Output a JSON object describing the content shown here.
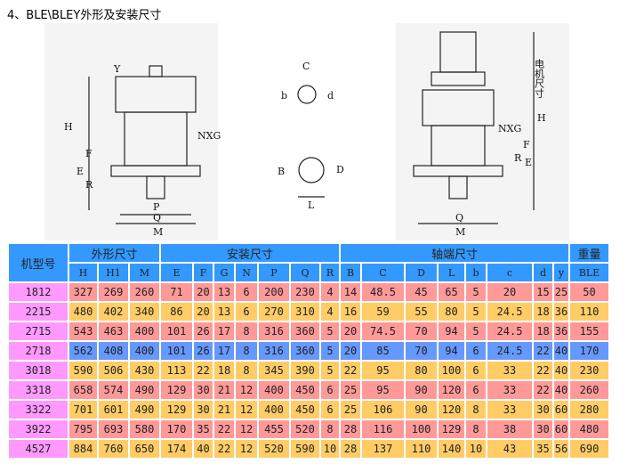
{
  "title": "4、BLE\\BLEY外形及安装尺寸",
  "drawing_labels": {
    "left": [
      "H",
      "Y",
      "F",
      "E",
      "R",
      "P",
      "Q",
      "M",
      "NXG"
    ],
    "middle": [
      "C",
      "b",
      "d",
      "B",
      "D",
      "L"
    ],
    "right": [
      "H",
      "F",
      "E",
      "R",
      "NXG",
      "Q",
      "M",
      "电机尺寸"
    ]
  },
  "table": {
    "groups": [
      {
        "label": "机型号"
      },
      {
        "label": "外形尺寸"
      },
      {
        "label": "安装尺寸"
      },
      {
        "label": "轴端尺寸"
      },
      {
        "label": "重量"
      }
    ],
    "columns": [
      "H",
      "H1",
      "M",
      "E",
      "F",
      "G",
      "N",
      "P",
      "Q",
      "R",
      "B",
      "C",
      "D",
      "L",
      "b",
      "c",
      "d",
      "y",
      "BLE"
    ],
    "rows": [
      {
        "model": "1812",
        "style": "r0",
        "values": [
          "327",
          "269",
          "260",
          "71",
          "20",
          "13",
          "6",
          "200",
          "230",
          "4",
          "14",
          "48.5",
          "45",
          "65",
          "5",
          "20",
          "15",
          "25",
          "50"
        ]
      },
      {
        "model": "2215",
        "style": "r1",
        "values": [
          "480",
          "402",
          "340",
          "86",
          "20",
          "13",
          "6",
          "270",
          "310",
          "4",
          "16",
          "59",
          "55",
          "80",
          "5",
          "24.5",
          "18",
          "36",
          "110"
        ]
      },
      {
        "model": "2715",
        "style": "r0",
        "values": [
          "543",
          "463",
          "400",
          "101",
          "26",
          "17",
          "8",
          "316",
          "360",
          "5",
          "20",
          "74.5",
          "70",
          "94",
          "5",
          "24.5",
          "18",
          "36",
          "155"
        ]
      },
      {
        "model": "2718",
        "style": "r2",
        "values": [
          "562",
          "408",
          "400",
          "101",
          "26",
          "17",
          "8",
          "316",
          "360",
          "5",
          "20",
          "85",
          "70",
          "94",
          "6",
          "24.5",
          "22",
          "40",
          "170"
        ]
      },
      {
        "model": "3018",
        "style": "r1",
        "values": [
          "590",
          "506",
          "430",
          "113",
          "22",
          "18",
          "8",
          "345",
          "390",
          "5",
          "22",
          "95",
          "80",
          "100",
          "6",
          "33",
          "22",
          "40",
          "230"
        ]
      },
      {
        "model": "3318",
        "style": "r0",
        "values": [
          "658",
          "574",
          "490",
          "129",
          "30",
          "21",
          "12",
          "400",
          "450",
          "6",
          "25",
          "95",
          "90",
          "120",
          "6",
          "33",
          "22",
          "40",
          "260"
        ]
      },
      {
        "model": "3322",
        "style": "r1",
        "values": [
          "701",
          "601",
          "490",
          "129",
          "30",
          "21",
          "12",
          "400",
          "450",
          "6",
          "25",
          "106",
          "90",
          "120",
          "8",
          "33",
          "30",
          "60",
          "280"
        ]
      },
      {
        "model": "3922",
        "style": "r0",
        "values": [
          "795",
          "693",
          "580",
          "170",
          "35",
          "22",
          "12",
          "455",
          "520",
          "8",
          "28",
          "116",
          "100",
          "129",
          "8",
          "38",
          "30",
          "60",
          "480"
        ]
      },
      {
        "model": "4527",
        "style": "r1",
        "values": [
          "884",
          "760",
          "650",
          "174",
          "40",
          "22",
          "12",
          "520",
          "590",
          "10",
          "28",
          "137",
          "110",
          "140",
          "10",
          "43",
          "35",
          "56",
          "690"
        ]
      }
    ]
  }
}
